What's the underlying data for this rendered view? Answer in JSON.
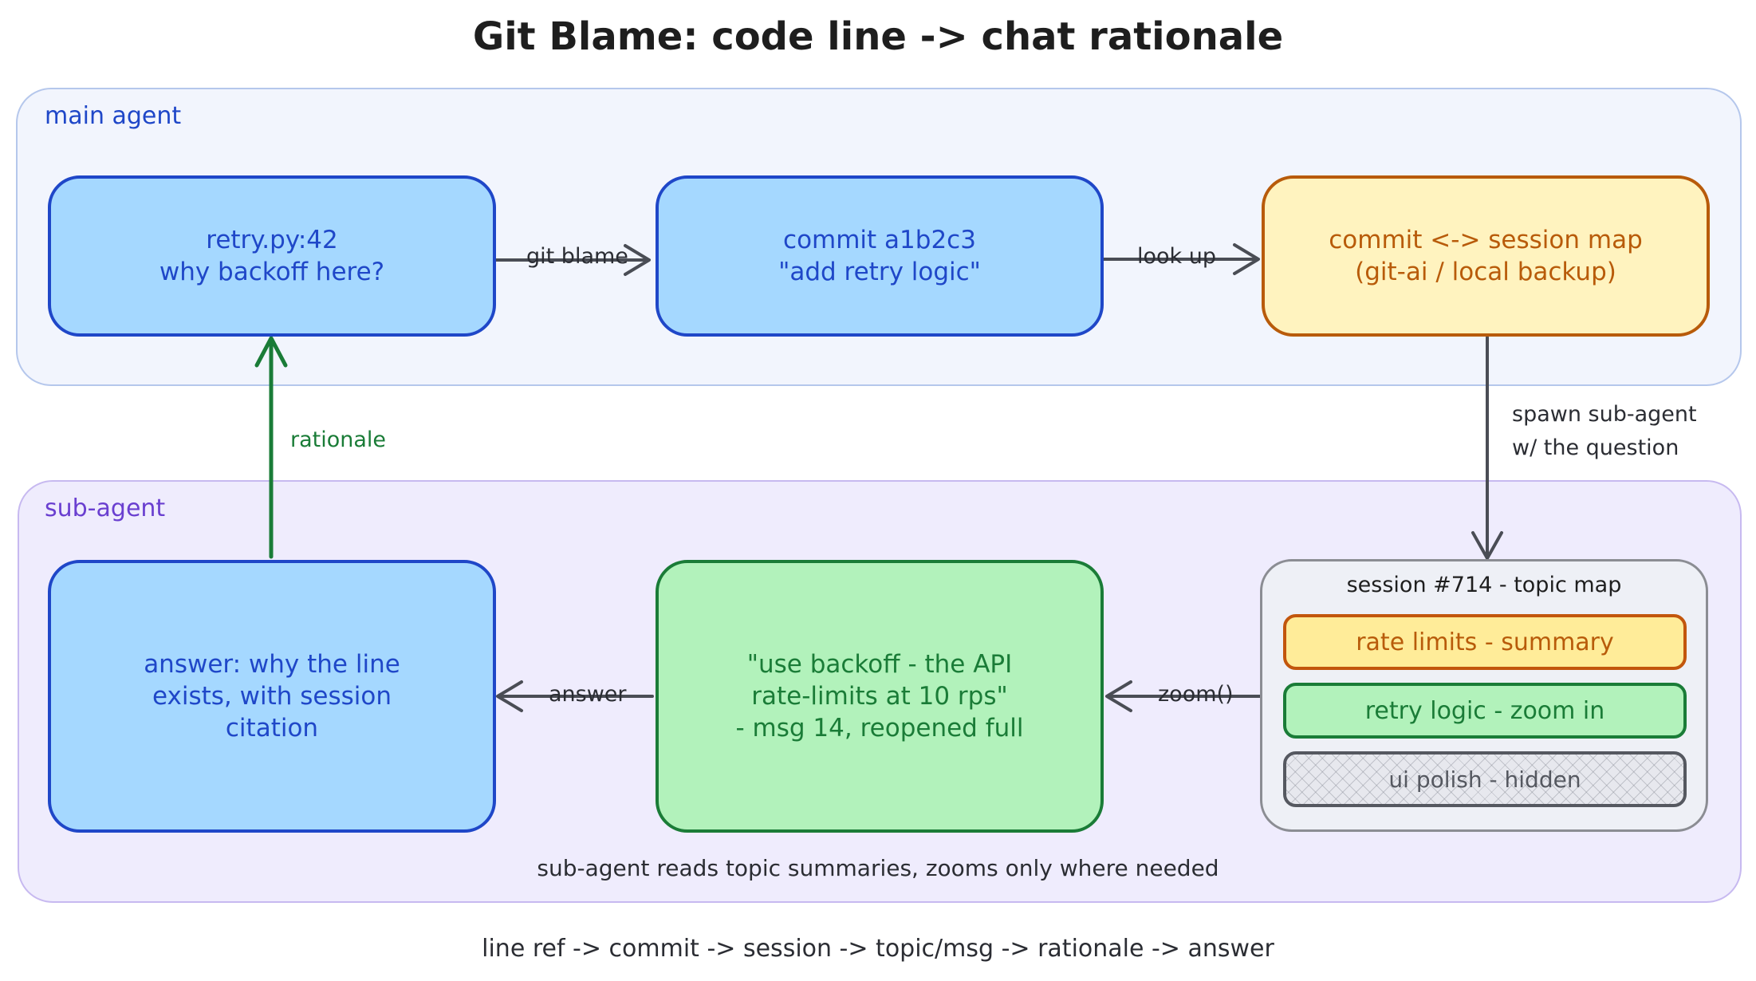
{
  "title": "Git Blame: code line -> chat rationale",
  "regions": {
    "main": {
      "label": "main agent"
    },
    "sub": {
      "label": "sub-agent"
    }
  },
  "nodes": {
    "retry_line": {
      "text": "retry.py:42\nwhy backoff here?"
    },
    "commit": {
      "text": "commit a1b2c3\n\"add retry logic\""
    },
    "session_map": {
      "text": "commit <-> session map\n(git-ai / local backup)"
    },
    "answer": {
      "text": "answer: why the line\nexists, with session\ncitation"
    },
    "quote": {
      "text": "\"use backoff - the API\nrate-limits at 10 rps\"\n- msg 14, reopened full"
    }
  },
  "session": {
    "title": "session #714 - topic map",
    "topics": [
      {
        "label": "rate limits - summary"
      },
      {
        "label": "retry logic - zoom in"
      },
      {
        "label": "ui polish - hidden"
      }
    ]
  },
  "edges": {
    "git_blame": "git blame",
    "look_up": "look up",
    "spawn_line1": "spawn sub-agent",
    "spawn_line2": "w/ the question",
    "zoom": "zoom()",
    "answer": "answer",
    "rationale": "rationale"
  },
  "notes": {
    "sub_footer": "sub-agent reads topic summaries, zooms only where needed",
    "pipeline": "line ref -> commit -> session -> topic/msg -> rationale -> answer"
  },
  "colors": {
    "blue": "#1f47c8",
    "blue_fill": "#a5d8ff",
    "orange": "#b85b0a",
    "yellow_fill": "#fff3bf",
    "green": "#1a7c37",
    "green_fill": "#b2f2bb",
    "purple_label": "#6a3fd0",
    "arrow_gray": "#4a4d55"
  }
}
